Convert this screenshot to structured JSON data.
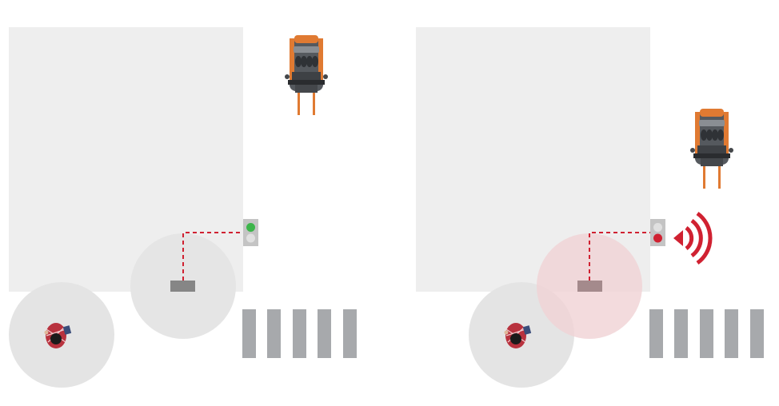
{
  "panels": [
    {
      "id": "left",
      "scenario": "clear",
      "signal_state": "green",
      "alert": false
    },
    {
      "id": "right",
      "scenario": "warning",
      "signal_state": "red",
      "alert": true
    }
  ],
  "colors": {
    "building": "#eeeeee",
    "zone_grey": "#e4e4e4",
    "zone_alert": "#f0d2d4",
    "sensor": "#868686",
    "signal_housing": "#c4c4c4",
    "signal_green": "#3cb54a",
    "signal_red": "#d02131",
    "signal_off": "#e0e0e0",
    "dashed_line": "#d02131",
    "crosswalk": "#a7a9ac",
    "wifi_waves": "#d02131",
    "forklift_body": "#6a6e73",
    "forklift_accent": "#e07a32",
    "person_shirt": "#b8323e"
  },
  "icons": {
    "forklift": "forklift-icon",
    "pedestrian": "pedestrian-icon",
    "sensor": "sensor-icon",
    "signal": "traffic-signal-icon",
    "warning": "wireless-warning-icon"
  }
}
